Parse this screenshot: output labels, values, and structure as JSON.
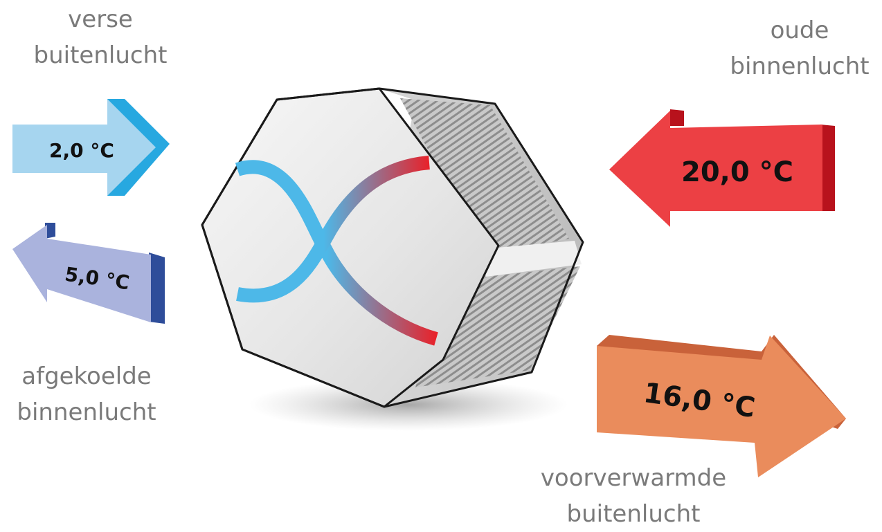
{
  "flows": {
    "fresh_outdoor": {
      "caption": [
        "verse",
        "buitenlucht"
      ],
      "temperature": "2,0 °C",
      "color": "#9fd0ec",
      "edge": "#27a8e0"
    },
    "exhaust_cooled": {
      "caption": [
        "afgekoelde",
        "binnenlucht"
      ],
      "temperature": "5,0 °C",
      "color": "#a9b2dc",
      "edge": "#2e4d9a"
    },
    "old_indoor": {
      "caption": [
        "oude",
        "binnenlucht"
      ],
      "temperature": "20,0 °C",
      "color": "#ec4044",
      "edge": "#b8121c"
    },
    "preheated_outdoor": {
      "caption": [
        "voorverwarmde",
        "buitenlucht"
      ],
      "temperature": "16,0 °C",
      "color": "#e98b5a",
      "edge": "#d06a3c"
    }
  },
  "exchanger": {
    "body_color": "#e9e9e9",
    "cold_curve": "#4db8e8",
    "warm_curve": "#e8222a"
  }
}
